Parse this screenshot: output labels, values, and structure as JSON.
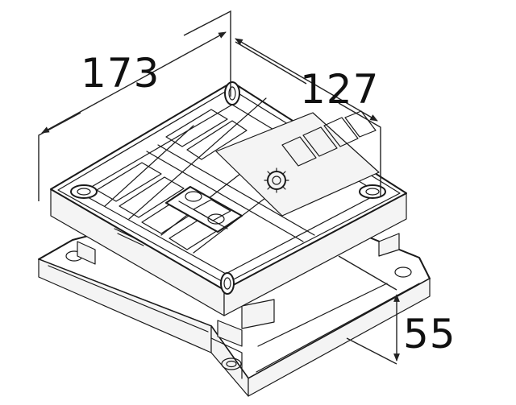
{
  "dimensions": {
    "length": "173",
    "width": "127",
    "height": "55"
  }
}
